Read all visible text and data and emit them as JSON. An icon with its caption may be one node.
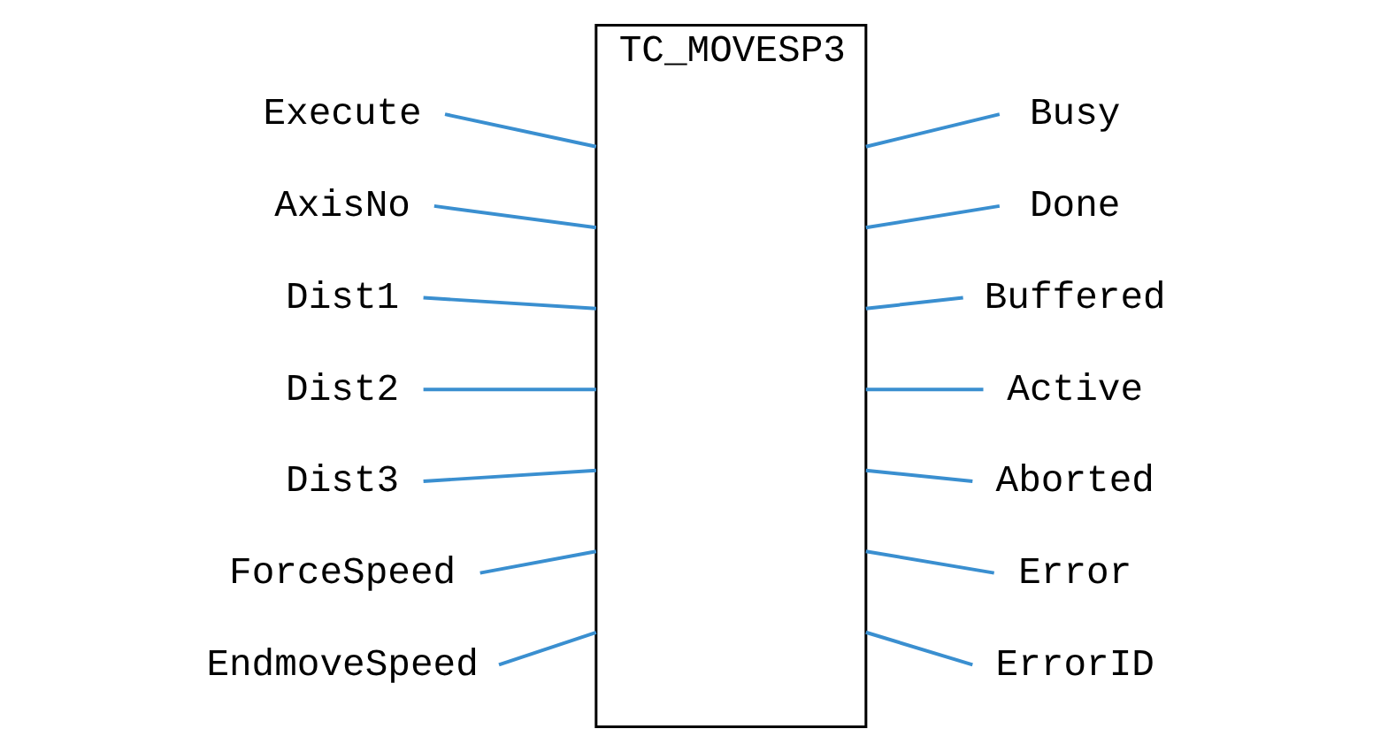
{
  "diagram": {
    "nodes": [
      {
        "text": [
          "TC_MOVESP3"
        ]
      },
      {
        "text": [
          "Execute"
        ]
      },
      {
        "text": [
          "AxisNo"
        ]
      },
      {
        "text": [
          "Dist1"
        ]
      },
      {
        "text": [
          "Dist2"
        ]
      },
      {
        "text": [
          "Dist3"
        ]
      },
      {
        "text": [
          "ForceSpeed"
        ]
      },
      {
        "text": [
          "EndmoveSpeed"
        ]
      },
      {
        "text": [
          "Busy"
        ]
      },
      {
        "text": [
          "Done"
        ]
      },
      {
        "text": [
          "Buffered"
        ]
      },
      {
        "text": [
          "Active"
        ]
      },
      {
        "text": [
          "Aborted"
        ]
      },
      {
        "text": [
          "Error"
        ]
      },
      {
        "text": [
          "ErrorID"
        ]
      }
    ],
    "edges": [
      {
        "from": 1,
        "to": 0,
        "arrow": "none"
      },
      {
        "from": 2,
        "to": 0,
        "arrow": "none"
      },
      {
        "from": 3,
        "to": 0,
        "arrow": "none"
      },
      {
        "from": 4,
        "to": 0,
        "arrow": "none"
      },
      {
        "from": 5,
        "to": 0,
        "arrow": "none"
      },
      {
        "from": 6,
        "to": 0,
        "arrow": "none"
      },
      {
        "from": 7,
        "to": 0,
        "arrow": "none"
      },
      {
        "from": 0,
        "to": 8,
        "arrow": "none"
      },
      {
        "from": 0,
        "to": 9,
        "arrow": "none"
      },
      {
        "from": 0,
        "to": 10,
        "arrow": "none"
      },
      {
        "from": 0,
        "to": 11,
        "arrow": "none"
      },
      {
        "from": 0,
        "to": 12,
        "arrow": "none"
      },
      {
        "from": 0,
        "to": 13,
        "arrow": "none"
      },
      {
        "from": 0,
        "to": 14,
        "arrow": "none"
      }
    ]
  }
}
